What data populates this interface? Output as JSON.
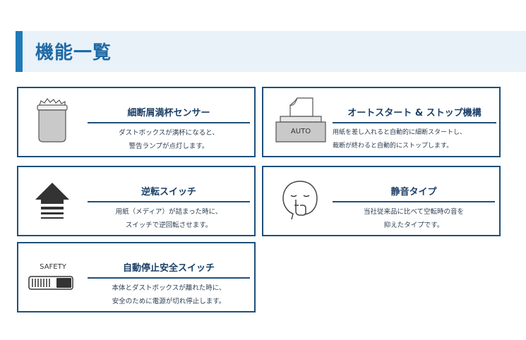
{
  "header": {
    "title": "機能一覧"
  },
  "cards": [
    {
      "title": "細断屑満杯センサー",
      "lines": [
        "ダストボックスが満杯になると、",
        "警告ランプが点灯します。"
      ]
    },
    {
      "title": "オートスタート & ストップ機構",
      "icon_label": "AUTO",
      "lines": [
        "用紙を差し入れると自動的に細断スタートし、",
        "裁断が終わると自動的にストップします。"
      ]
    },
    {
      "title": "逆転スイッチ",
      "lines": [
        "用紙（メディア）が詰まった時に、",
        "スイッチで逆回転させます。"
      ]
    },
    {
      "title": "静音タイプ",
      "lines": [
        "当社従来品に比べて空転時の音を",
        "抑えたタイプです。"
      ]
    },
    {
      "title": "自動停止安全スイッチ",
      "icon_label": "SAFETY",
      "lines": [
        "本体とダストボックスが離れた時に、",
        "安全のために電源が切れ停止します。"
      ]
    }
  ]
}
